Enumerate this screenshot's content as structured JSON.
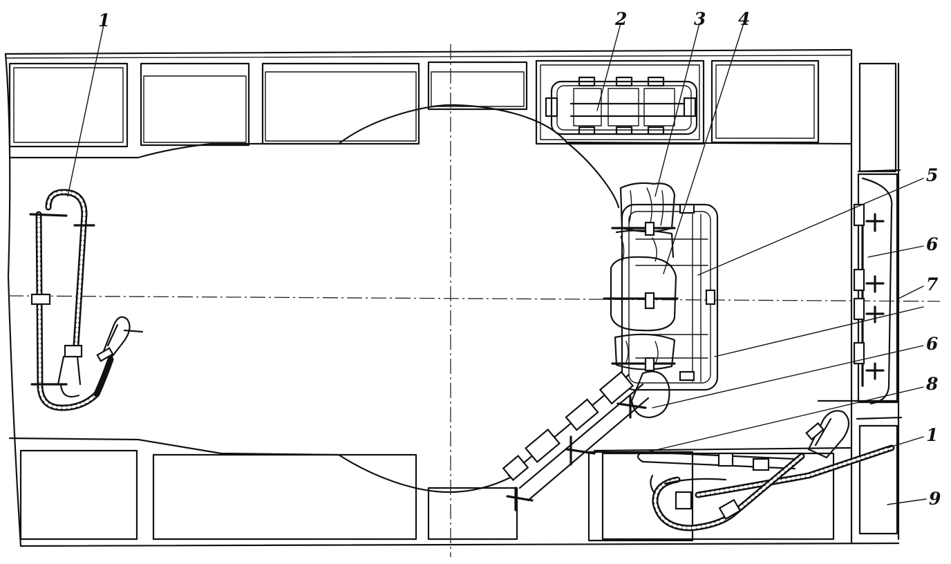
{
  "labels": {
    "l1_left": "1",
    "l2": "2",
    "l3": "3",
    "l4": "4",
    "l5": "5",
    "l6_top": "6",
    "l7": "7",
    "l6_bottom": "6",
    "l8": "8",
    "l1_right": "1",
    "l9": "9"
  },
  "colors": {
    "ink": "#111111",
    "paper": "#ffffff"
  }
}
